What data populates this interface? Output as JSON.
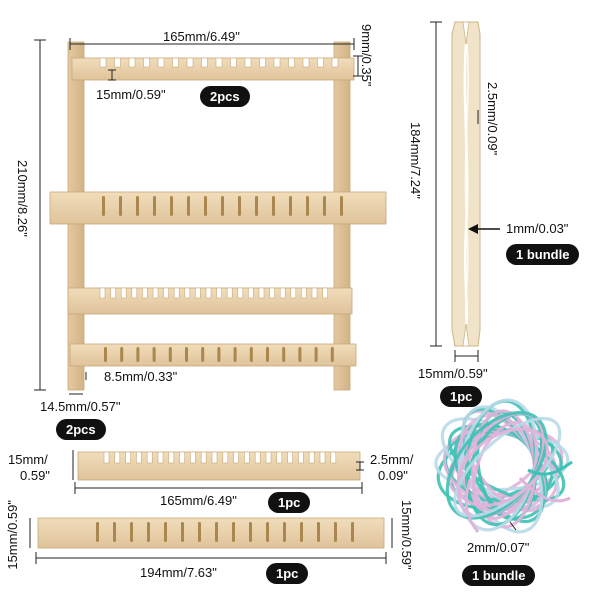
{
  "colors": {
    "wood": "#E9D3AE",
    "wood_dark": "#D7BC90",
    "slot": "#A9874F",
    "shuttle": "#EFE2C6",
    "yarn_pink": "#E2B3DA",
    "yarn_teal": "#3FC2B5",
    "pill_bg": "#111111"
  },
  "dimensions": {
    "frame_width": "165mm/6.49\"",
    "slot_depth": "9mm/0.35\"",
    "slot_height": "15mm/0.59\"",
    "frame_height": "210mm/8.26\"",
    "post_gap": "8.5mm/0.33\"",
    "post_width": "14.5mm/0.57\"",
    "shuttle_length": "184mm/7.24\"",
    "shuttle_notch": "2.5mm/0.09\"",
    "shuttle_thread": "1mm/0.03\"",
    "shuttle_width": "15mm/0.59\"",
    "comb_height_a": "15mm/",
    "comb_height_b": "0.59\"",
    "comb_notch_a": "2.5mm/",
    "comb_notch_b": "0.09\"",
    "comb_length": "165mm/6.49\"",
    "bar_height_left": "15mm/0.59\"",
    "bar_height_right": "15mm/0.59\"",
    "bar_length": "194mm/7.63\"",
    "yarn_thickness": "2mm/0.07\""
  },
  "badges": {
    "frame_top": "2pcs",
    "frame_post": "2pcs",
    "shuttle_qty": "1pc",
    "shuttle_bundle": "1 bundle",
    "comb_qty": "1pc",
    "bar_qty": "1pc",
    "yarn_qty": "1 bundle"
  }
}
